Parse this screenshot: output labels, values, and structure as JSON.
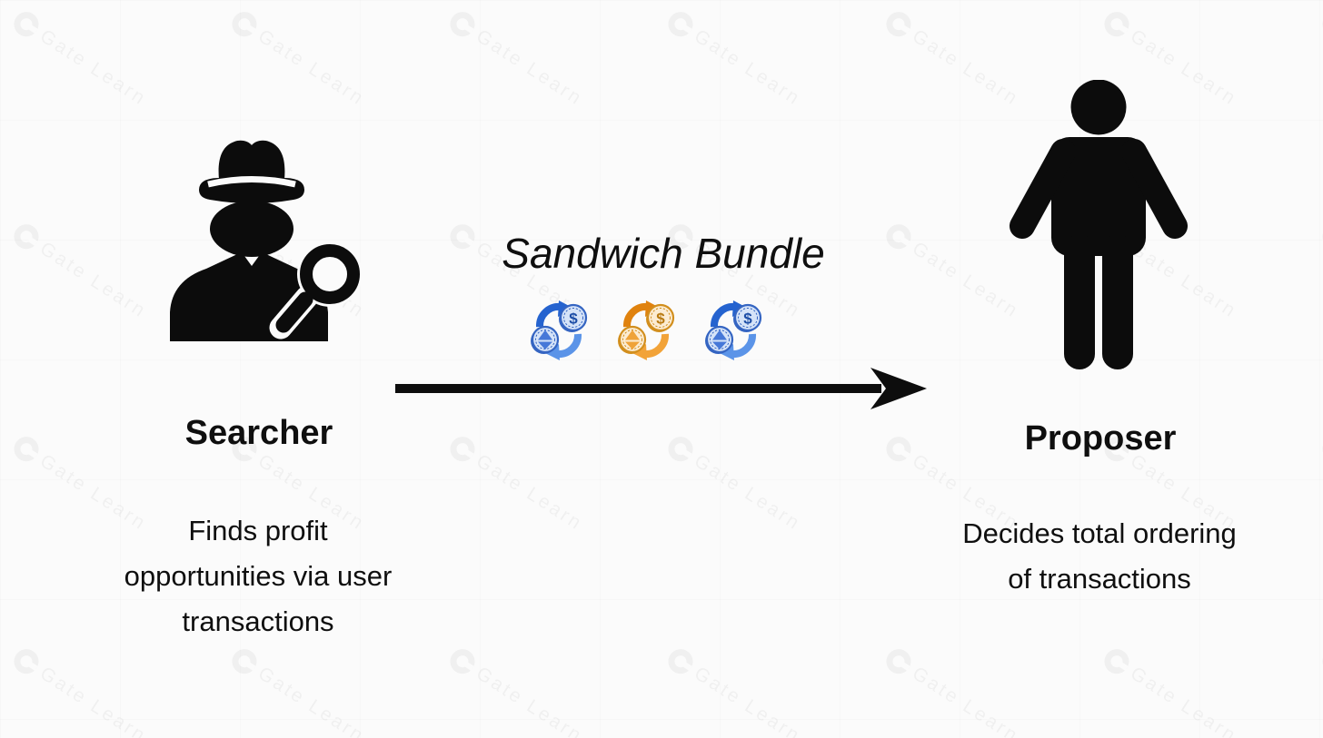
{
  "page": {
    "background": "#fbfbfb"
  },
  "watermark": {
    "logo": "G",
    "text": "Gate Learn"
  },
  "searcher": {
    "icon": "detective-with-magnifier",
    "label": "Searcher",
    "description": "Finds profit\nopportunities via user\ntransactions"
  },
  "bundle": {
    "title": "Sandwich Bundle",
    "coin_symbol": "$",
    "icons": [
      {
        "name": "eth-usd-swap-icon-blue",
        "colors": {
          "dark": "#2563cf",
          "light": "#5b94e8",
          "fill": "#d5e3f8",
          "rim": "#3565c2",
          "symbol": "#1c4da6",
          "eth": "#4678d8"
        }
      },
      {
        "name": "eth-usd-swap-icon-orange",
        "colors": {
          "dark": "#e0820e",
          "light": "#f2a338",
          "fill": "#fcecd2",
          "rim": "#d28f1e",
          "symbol": "#b97a10",
          "eth": "#efa339"
        }
      },
      {
        "name": "eth-usd-swap-icon-blue",
        "colors": {
          "dark": "#2563cf",
          "light": "#5b94e8",
          "fill": "#d5e3f8",
          "rim": "#3565c2",
          "symbol": "#1c4da6",
          "eth": "#4678d8"
        }
      }
    ]
  },
  "arrow": {
    "direction": "right",
    "color": "#0d0d0d"
  },
  "proposer": {
    "icon": "standing-person",
    "label": "Proposer",
    "description": "Decides total ordering\nof transactions"
  },
  "colors": {
    "text": "#0f0f0f",
    "icon_black": "#0c0c0c"
  }
}
